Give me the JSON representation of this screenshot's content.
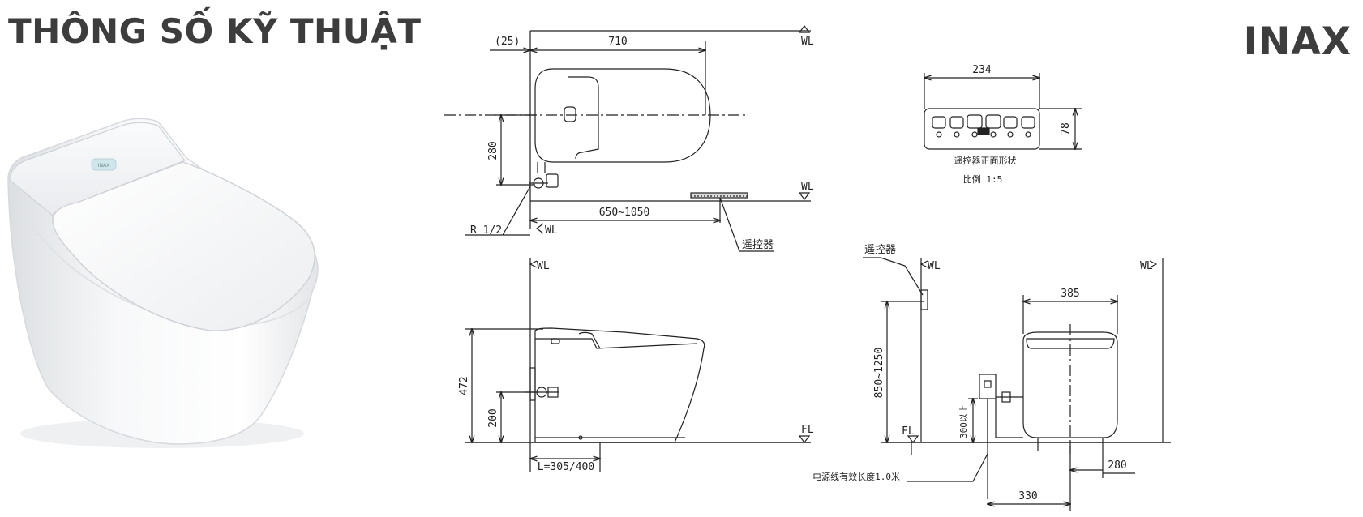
{
  "header": {
    "title": "THÔNG SỐ KỸ THUẬT",
    "brand": "INAX"
  },
  "product": {
    "seat_badge": "INAX"
  },
  "plan_view": {
    "dim_offset": "(25)",
    "dim_length": "710",
    "dim_centerline": "280",
    "dim_remote_distance": "650~1050",
    "pipe_label": "R 1/2",
    "level_top": "WL",
    "level_mid": "WL",
    "level_pipe": "WL",
    "remote_label": "遥控器"
  },
  "side_view": {
    "level_wl": "WL",
    "level_fl": "FL",
    "dim_height": "472",
    "dim_inlet": "200",
    "dim_length": "L=305/400"
  },
  "remote_view": {
    "dim_width": "234",
    "dim_height": "78",
    "caption": "遥控器正面形状",
    "scale": "比例 1:5"
  },
  "front_view": {
    "remote_label": "遥控器",
    "level_left": "WL",
    "level_right": "WL",
    "level_fl": "FL",
    "dim_width": "385",
    "dim_remote_height": "850~1250",
    "dim_outlet_height": "300以上",
    "dim_foot": "280",
    "dim_offset": "330",
    "cable_note": "电源线有效长度1.0米"
  }
}
